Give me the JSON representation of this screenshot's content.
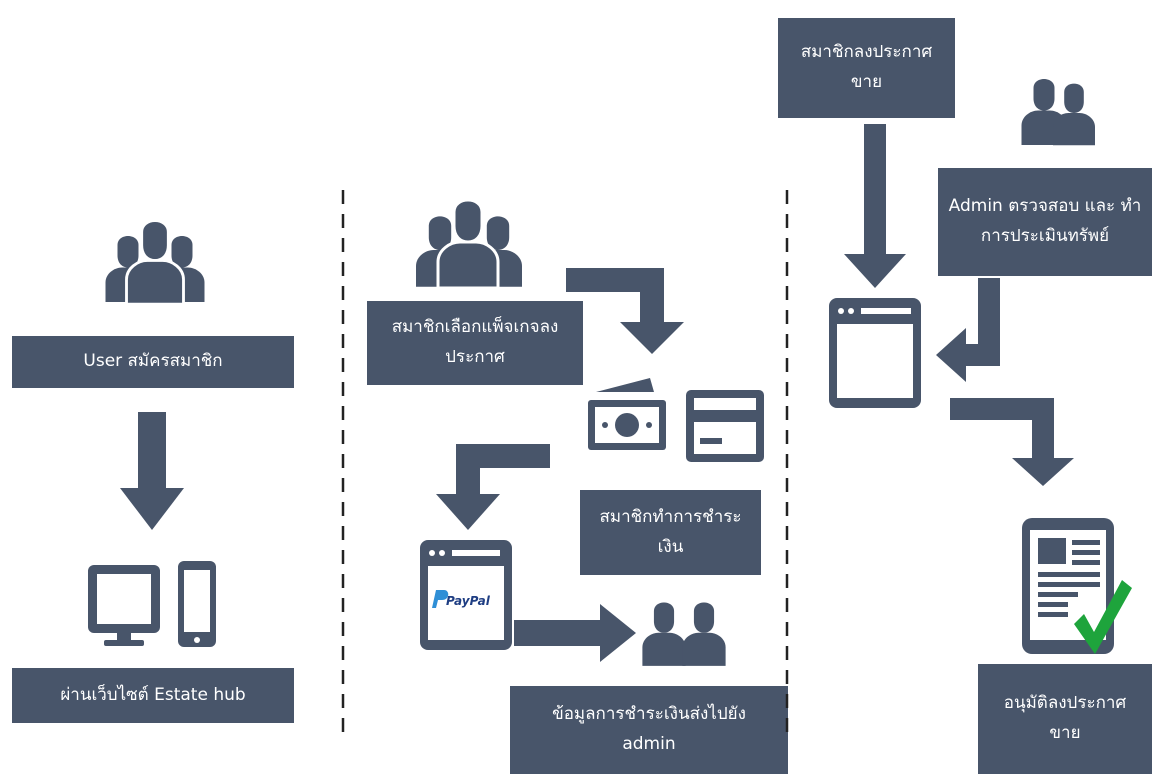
{
  "colors": {
    "box": "#48556a",
    "icon": "#48556a",
    "check": "#1ea43c",
    "paypal_dark": "#1f3e83",
    "paypal_light": "#2f8fd6"
  },
  "column1": {
    "user_register": "User สมัครสมาชิก",
    "via_website": "ผ่านเว็บไซต์ Estate hub"
  },
  "column2": {
    "choose_package": "สมาชิกเลือกแพ็จเกจลง\nประกาศ",
    "make_payment": "สมาชิกทำการชำระ\nเงิน",
    "send_to_admin": "ข้อมูลการชำระเงินส่งไปยัง\nadmin",
    "paypal_label": "PayPal"
  },
  "column3": {
    "post_listing": "สมาชิกลงประกาศ\nขาย",
    "admin_review": "Admin ตรวจสอบ และ ทำ\nการประเมินทรัพย์",
    "approve_listing": "อนุมัติลงประกาศ\nขาย"
  },
  "icons": [
    "users-icon",
    "desktop-icon",
    "phone-icon",
    "cash-icon",
    "credit-card-icon",
    "browser-window-icon",
    "paypal-window-icon",
    "document-icon",
    "checkmark-icon",
    "arrow-icon",
    "dashed-divider"
  ]
}
